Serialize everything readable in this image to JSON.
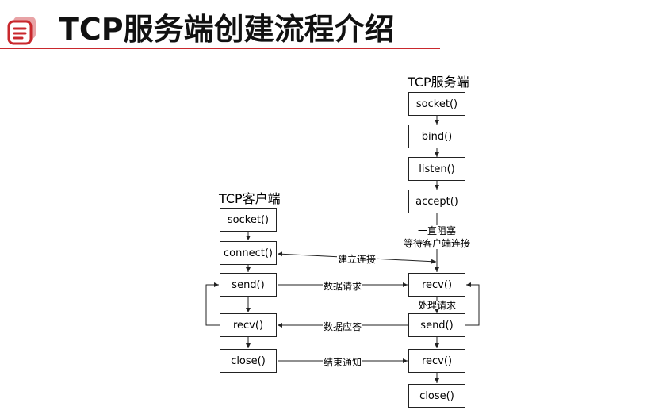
{
  "header": {
    "title": "TCP服务端创建流程介绍",
    "icon": "document-list-icon",
    "accent_color": "#c9282d"
  },
  "server": {
    "label": "TCP服务端",
    "steps": [
      "socket()",
      "bind()",
      "listen()",
      "accept()",
      "recv()",
      "send()",
      "recv()",
      "close()"
    ],
    "wait_note": [
      "一直阻塞",
      "等待客户端连接"
    ],
    "process_note": "处理请求"
  },
  "client": {
    "label": "TCP客户端",
    "steps": [
      "socket()",
      "connect()",
      "send()",
      "recv()",
      "close()"
    ]
  },
  "edges": {
    "connect": "建立连接",
    "request": "数据请求",
    "response": "数据应答",
    "notify": "结束通知"
  }
}
